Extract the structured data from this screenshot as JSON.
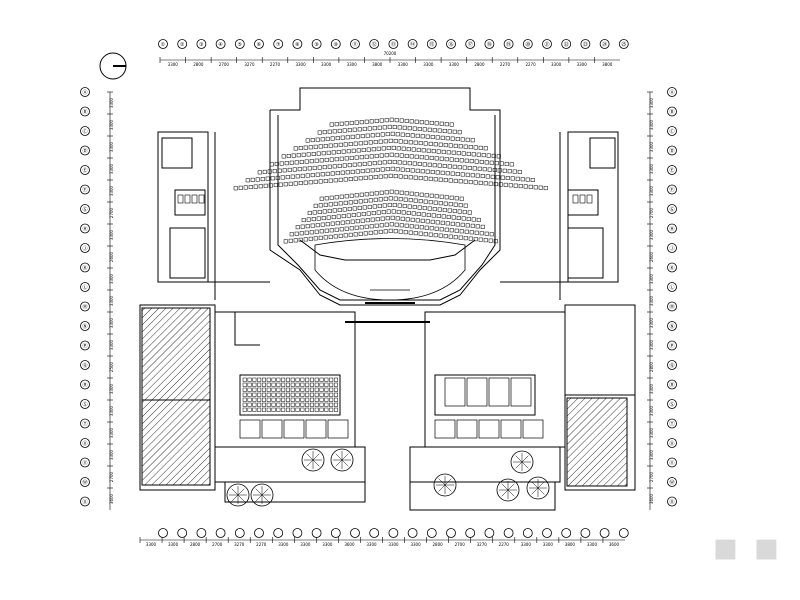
{
  "drawing": {
    "top_grid_labels": [
      "①",
      "②",
      "③",
      "④",
      "⑤",
      "⑥",
      "⑦",
      "⑧",
      "⑨",
      "⑩",
      "⑪",
      "⑫",
      "⑬",
      "⑭",
      "⑮",
      "⑯",
      "⑰",
      "⑱",
      "⑲",
      "⑳",
      "㉑",
      "㉒",
      "㉓",
      "㉔",
      "㉕"
    ],
    "left_grid_labels": [
      "Ⓐ",
      "Ⓑ",
      "Ⓒ",
      "Ⓓ",
      "Ⓔ",
      "Ⓕ",
      "Ⓖ",
      "Ⓗ",
      "Ⓙ",
      "Ⓚ",
      "Ⓛ",
      "Ⓜ",
      "Ⓝ",
      "Ⓟ",
      "Ⓠ",
      "Ⓡ",
      "Ⓢ",
      "Ⓣ",
      "Ⓤ",
      "Ⓥ",
      "Ⓦ",
      "Ⓧ"
    ],
    "top_total": "70200",
    "top_dims": [
      "3300",
      "2800",
      "2700",
      "3270",
      "2270",
      "3300",
      "3300",
      "3300",
      "3800",
      "3300",
      "3300",
      "3300",
      "2800",
      "2270",
      "2270",
      "3300",
      "3300",
      "3800"
    ],
    "bottom_dims": [
      "3300",
      "3300",
      "2800",
      "2700",
      "3270",
      "2270",
      "3300",
      "3300",
      "3300",
      "3600",
      "3300",
      "3300",
      "3300",
      "2800",
      "2700",
      "3270",
      "2270",
      "3300",
      "3300",
      "3800",
      "3300",
      "3600"
    ],
    "left_dims": [
      "3300",
      "3300",
      "3300",
      "3300",
      "3300",
      "2700",
      "3300",
      "2600",
      "3300",
      "3300",
      "3300",
      "3300",
      "2500",
      "3300",
      "3300",
      "3300",
      "3300",
      "2700",
      "3600"
    ],
    "right_dims": [
      "3300",
      "3300",
      "3300",
      "3300",
      "3300",
      "2700",
      "3300",
      "2600",
      "3300",
      "3300",
      "3300",
      "3300",
      "2800",
      "3300",
      "3300",
      "3300",
      "3300",
      "2700",
      "3600"
    ],
    "room_labels": {
      "balcony": "",
      "stage": "",
      "rehearsal_left": "",
      "rehearsal_right": ""
    }
  }
}
